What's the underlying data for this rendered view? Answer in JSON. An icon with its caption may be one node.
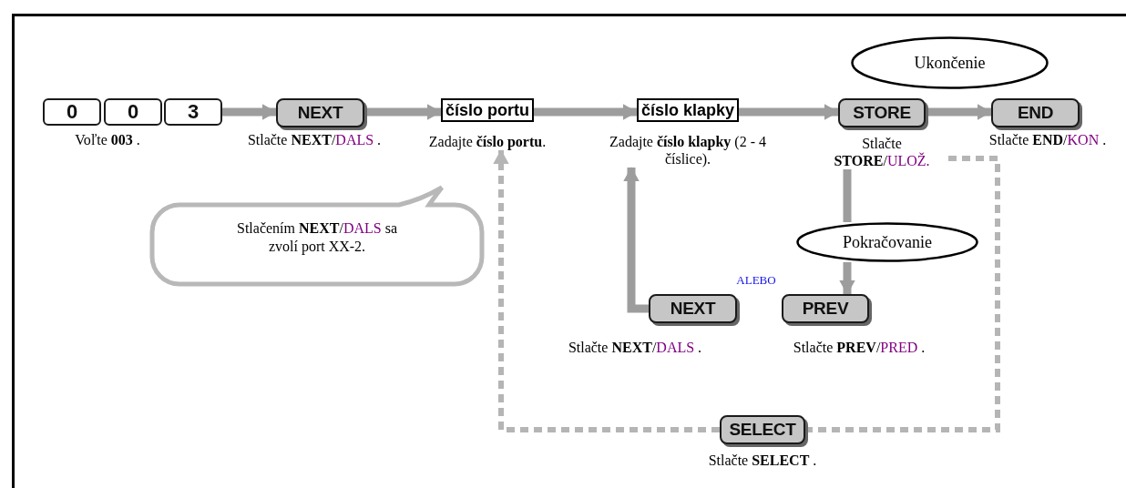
{
  "diagram": {
    "nodes": [
      {
        "text": [
          "0"
        ]
      },
      {
        "text": [
          "0"
        ]
      },
      {
        "text": [
          "3"
        ]
      },
      {
        "text": [
          "NEXT"
        ],
        "beside": [
          "Stlačte **NEXT**/DALS ."
        ]
      },
      {
        "text": [
          "číslo portu",
          "Zadajte **číslo portu**."
        ]
      },
      {
        "text": [
          "číslo klapky",
          "Zadajte **číslo klapky** (2 - 4 číslice)."
        ]
      },
      {
        "text": [
          "STORE",
          "Stlačte **STORE**/ULOŽ."
        ]
      },
      {
        "text": [
          "END"
        ],
        "beside": [
          "Stlačte **END**/KON ."
        ]
      },
      {
        "text": [
          "Ukončenie"
        ]
      },
      {
        "text": [
          "Stlačením **NEXT**/DALS sa zvolí port XX-2."
        ]
      },
      {
        "text": [
          "Pokračovanie"
        ]
      },
      {
        "text": [
          "NEXT"
        ],
        "beside": [
          "Stlačte **NEXT**/DALS ."
        ]
      },
      {
        "text": [
          "PREV"
        ],
        "beside": [
          "Stlačte **PREV**/PRED ."
        ]
      },
      {
        "text": [
          "SELECT"
        ],
        "beside": [
          "Stlačte **SELECT** ."
        ]
      }
    ],
    "edges": [
      {
        "from": 2,
        "to": 3,
        "arrow": "to"
      },
      {
        "from": 3,
        "to": 4,
        "arrow": "to"
      },
      {
        "from": 4,
        "to": 5,
        "arrow": "to"
      },
      {
        "from": 5,
        "to": 6,
        "arrow": "to"
      },
      {
        "from": 6,
        "to": 7,
        "arrow": "to"
      },
      {
        "from": 6,
        "to": 10,
        "arrow": "none"
      },
      {
        "from": 10,
        "to": 12,
        "arrow": "to"
      },
      {
        "from": 11,
        "to": 5,
        "arrow": "to"
      },
      {
        "from": 6,
        "to": 13,
        "arrow": "none",
        "style": "dashed"
      },
      {
        "from": 13,
        "to": 4,
        "arrow": "to",
        "style": "dashed"
      }
    ],
    "labels": [
      "Voľte **003** .",
      "ALEBO"
    ]
  }
}
